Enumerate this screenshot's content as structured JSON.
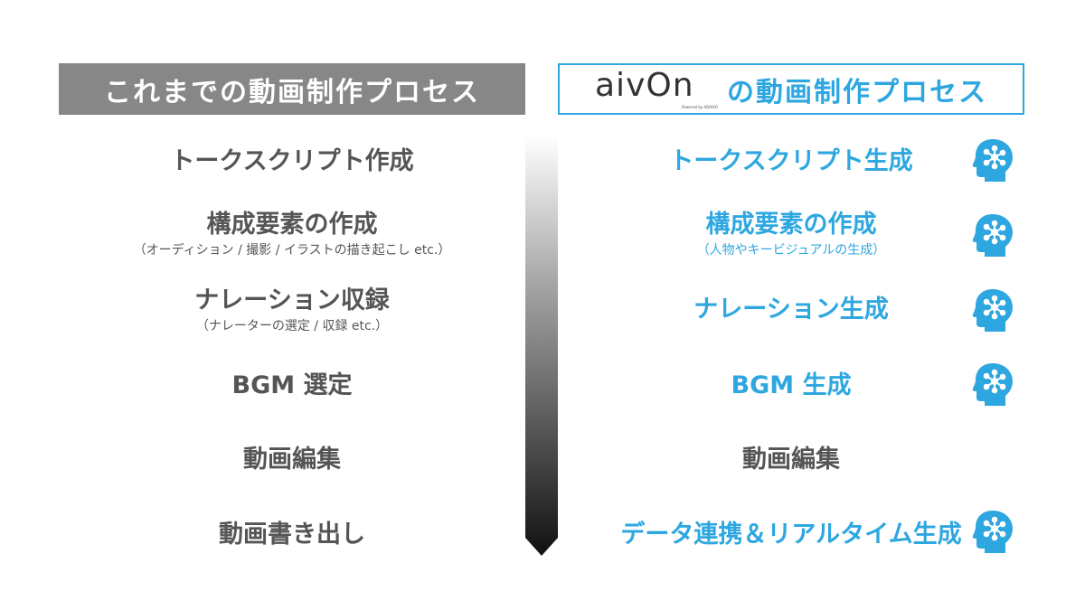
{
  "header": {
    "left_title": "これまでの動画制作プロセス",
    "right_logo": "aivOn",
    "right_logo_sub": "Powered by ADAIVO",
    "right_title": "の動画制作プロセス"
  },
  "left_steps": [
    {
      "title": "トークスクリプト作成",
      "sub": ""
    },
    {
      "title": "構成要素の作成",
      "sub": "（オーディション / 撮影 / イラストの描き起こし etc.）"
    },
    {
      "title": "ナレーション収録",
      "sub": "（ナレーターの選定 / 収録 etc.）"
    },
    {
      "title": "BGM 選定",
      "sub": ""
    },
    {
      "title": "動画編集",
      "sub": ""
    },
    {
      "title": "動画書き出し",
      "sub": ""
    }
  ],
  "right_steps": [
    {
      "title": "トークスクリプト生成",
      "sub": "",
      "ai": true
    },
    {
      "title": "構成要素の作成",
      "sub": "（人物やキービジュアルの生成）",
      "ai": true
    },
    {
      "title": "ナレーション生成",
      "sub": "",
      "ai": true
    },
    {
      "title": "BGM 生成",
      "sub": "",
      "ai": true
    },
    {
      "title": "動画編集",
      "sub": "",
      "ai": false
    },
    {
      "title": "データ連携＆リアルタイム生成",
      "sub": "",
      "ai": true
    }
  ],
  "colors": {
    "accent": "#2ea7e0",
    "header_gray": "#878787",
    "text_gray": "#555555"
  },
  "icons": {
    "ai_step": "ai-head-icon"
  }
}
